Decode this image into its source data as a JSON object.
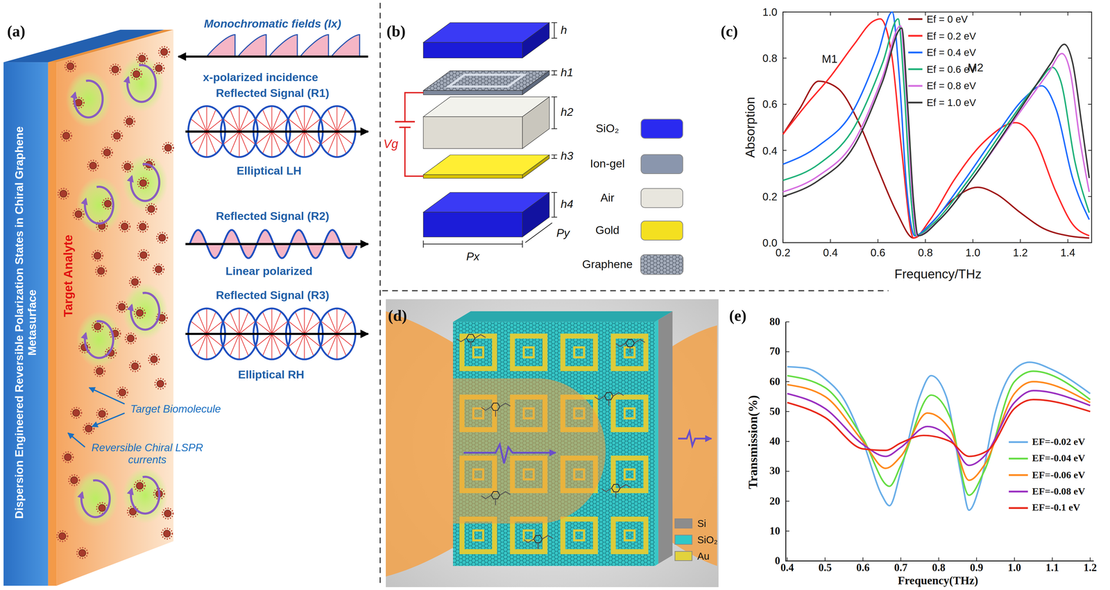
{
  "diagram": {
    "labels": [
      "(a)",
      "(b)",
      "(c)",
      "(d)",
      "(e)",
      "Monochromatic fields (Ix)",
      "x-polarized incidence",
      "Reflected Signal (R1)",
      "Elliptical LH",
      "Reflected Signal (R2)",
      "Linear polarized",
      "Reflected Signal (R3)",
      "Elliptical RH",
      "Target Analyte",
      "Dispersion Engineered Reversible Polarization States in Chiral Graphene Metasurface",
      "Target Biomolecule",
      "Reversible Chiral LSPR currents",
      "h",
      "h1",
      "h2",
      "h3",
      "h4",
      "Px",
      "Py",
      "Vg",
      "M1",
      "M2",
      "Absorption",
      "Frequency/THz",
      "0.0",
      "0.2",
      "0.4",
      "0.6",
      "0.8",
      "1.0",
      "0.2",
      "0.4",
      "0.6",
      "0.8",
      "1.0",
      "1.2",
      "1.4",
      "Transmission(%)",
      "Frequency(THz)",
      "0",
      "10",
      "20",
      "30",
      "40",
      "50",
      "60",
      "70",
      "80",
      "0.4",
      "0.5",
      "0.6",
      "0.7",
      "0.8",
      "0.9",
      "1.0",
      "1.1",
      "1.2"
    ],
    "legend": [
      {
        "text": "SiO₂",
        "color": "#2a2af0"
      },
      {
        "text": "Ion-gel",
        "color": "#8a96ad"
      },
      {
        "text": "Air",
        "color": "#e8e6de"
      },
      {
        "text": "Gold",
        "color": "#f4e020"
      },
      {
        "text": "Graphene"
      },
      {
        "text": "Ef = 0 eV"
      },
      {
        "text": "Ef = 0.2 eV"
      },
      {
        "text": "Ef = 0.4 eV"
      },
      {
        "text": "Ef = 0.6 eV"
      },
      {
        "text": "Ef = 0.8 eV"
      },
      {
        "text": "Ef = 1.0 eV"
      },
      {
        "text": "Si",
        "color": "#8c8c8c"
      },
      {
        "text": "SiO₂",
        "color": "#2fc8c8"
      },
      {
        "text": "Au",
        "color": "#e2d23c"
      },
      {
        "text": "EF=-0.02 eV"
      },
      {
        "text": "EF=-0.04 eV"
      },
      {
        "text": "EF=-0.06 eV"
      },
      {
        "text": "EF=-0.08 eV"
      },
      {
        "text": "EF=-0.1 eV"
      }
    ]
  }
}
